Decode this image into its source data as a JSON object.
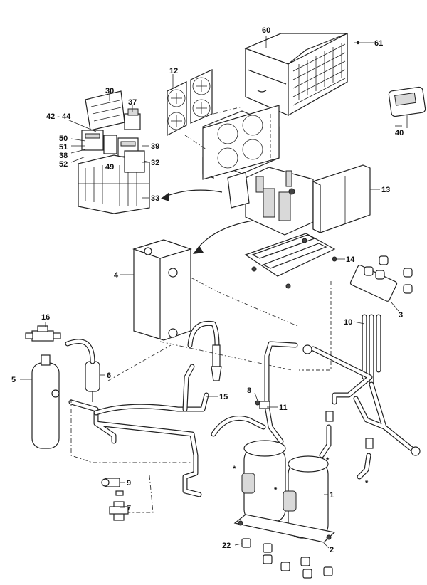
{
  "labels": {
    "l1": "1",
    "l2": "2",
    "l3": "3",
    "l4": "4",
    "l5": "5",
    "l6": "6",
    "l7": "7",
    "l8": "8",
    "l9": "9",
    "l10": "10",
    "l11": "11",
    "l12": "12",
    "l13": "13",
    "l14": "14",
    "l15": "15",
    "l16": "16",
    "l22": "22",
    "l30": "30",
    "l32": "32",
    "l33": "33",
    "l37": "37",
    "l38": "38",
    "l39": "39",
    "l40": "40",
    "l4244": "42 - 44",
    "l49": "49",
    "l50": "50",
    "l51": "51",
    "l52": "52",
    "l60": "60",
    "l61": "61",
    "star": "*"
  }
}
